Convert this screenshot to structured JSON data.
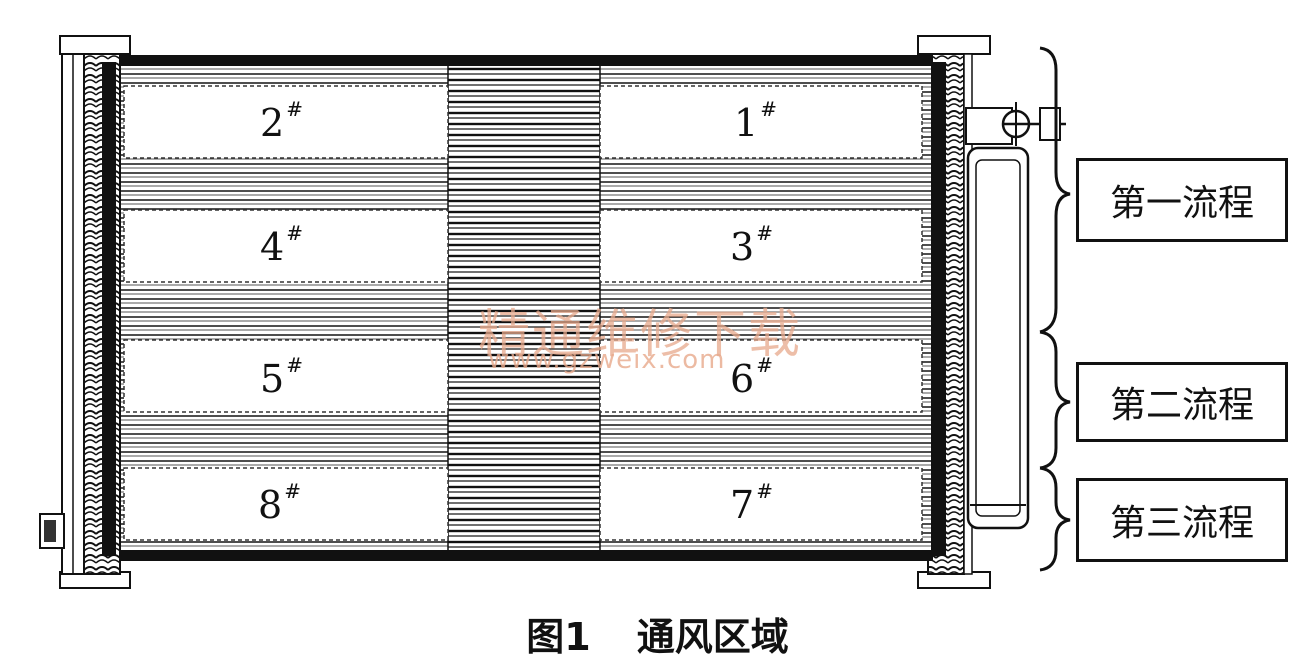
{
  "zones": [
    {
      "num": "2",
      "mark": "#"
    },
    {
      "num": "1",
      "mark": "#"
    },
    {
      "num": "4",
      "mark": "#"
    },
    {
      "num": "3",
      "mark": "#"
    },
    {
      "num": "5",
      "mark": "#"
    },
    {
      "num": "6",
      "mark": "#"
    },
    {
      "num": "8",
      "mark": "#"
    },
    {
      "num": "7",
      "mark": "#"
    }
  ],
  "stages": {
    "first": "第一流程",
    "second": "第二流程",
    "third": "第三流程"
  },
  "watermark": {
    "text": "精通维修下载",
    "url": "www.gzweix.com"
  },
  "caption": {
    "figure": "图1",
    "title": "通风区域"
  }
}
